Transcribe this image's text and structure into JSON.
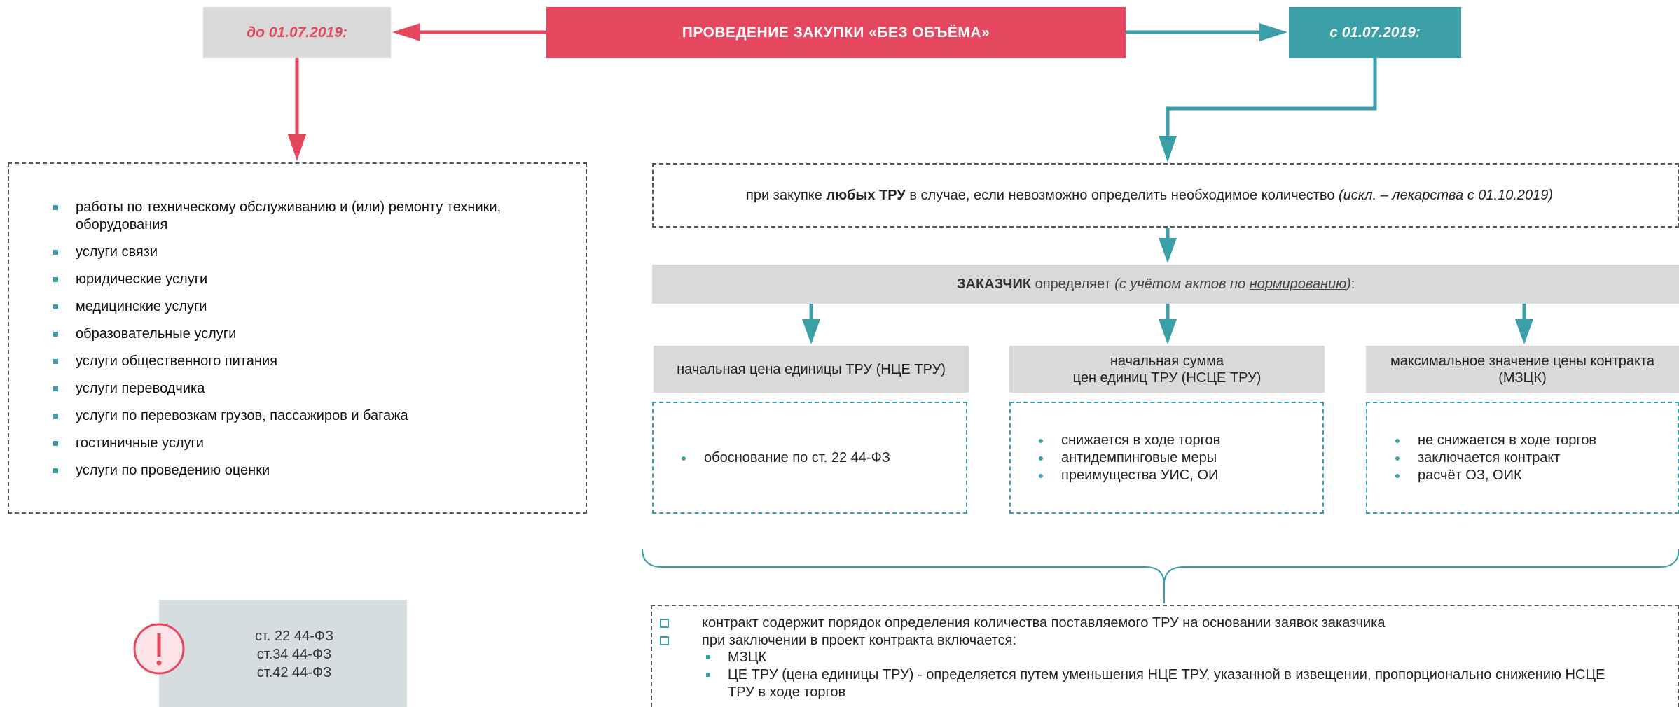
{
  "header": {
    "center_title": "ПРОВЕДЕНИЕ  ЗАКУПКИ «БЕЗ ОБЪЁМА»",
    "left_label": "до 01.07.2019:",
    "right_label": "с 01.07.2019:"
  },
  "left_list": [
    "работы по техническому обслуживанию и (или) ремонту техники, оборудования",
    "услуги связи",
    "юридические услуги",
    "медицинские услуги",
    "образовательные услуги",
    "услуги общественного питания",
    "услуги переводчика",
    "услуги по перевозкам грузов, пассажиров и багажа",
    "гостиничные услуги",
    "услуги по проведению оценки"
  ],
  "condition": {
    "prefix": "при закупке ",
    "bold": "любых ТРУ",
    "middle": " в случае, если невозможно определить необходимое количество ",
    "italic": "(искл. – лекарства с 01.10.2019)"
  },
  "customer": {
    "bold": "ЗАКАЗЧИК",
    "text": " определяет ",
    "italic_start": "(с учётом актов по ",
    "underlined": "нормированию",
    "italic_end": ")",
    "colon": ":"
  },
  "columns": [
    {
      "title": "начальная цена единицы ТРУ (НЦЕ ТРУ)",
      "items": [
        "обоснование  по ст. 22 44-ФЗ"
      ]
    },
    {
      "title_line1": "начальная сумма",
      "title_line2": "цен единиц ТРУ (НСЦЕ ТРУ)",
      "items": [
        "снижается в ходе торгов",
        "антидемпинговые меры",
        "преимущества УИС, ОИ"
      ]
    },
    {
      "title_line1": "максимальное значение цены контракта",
      "title_line2": "(МЗЦК)",
      "items": [
        "не снижается в ходе торгов",
        "заключается контракт",
        "расчёт ОЗ, ОИК"
      ]
    }
  ],
  "note": {
    "icon": "exclamation-circle-icon",
    "lines": [
      "ст. 22 44-ФЗ",
      "ст.34 44-ФЗ",
      "ст.42 44-ФЗ"
    ]
  },
  "bottom": {
    "item1": "контракт содержит порядок определения количества поставляемого ТРУ на основании заявок заказчика",
    "item2": "при заключении в проект контракта  включается:",
    "sub1": "МЗЦК",
    "sub2_line1": "ЦЕ ТРУ (цена единицы ТРУ) - определяется путем уменьшения НЦЕ ТРУ, указанной в извещении, пропорционально снижению НСЦЕ",
    "sub2_line2": "ТРУ  в ходе торгов"
  },
  "colors": {
    "red": "#e5475e",
    "teal": "#3b9fa8",
    "grey": "#d9d9d9"
  }
}
